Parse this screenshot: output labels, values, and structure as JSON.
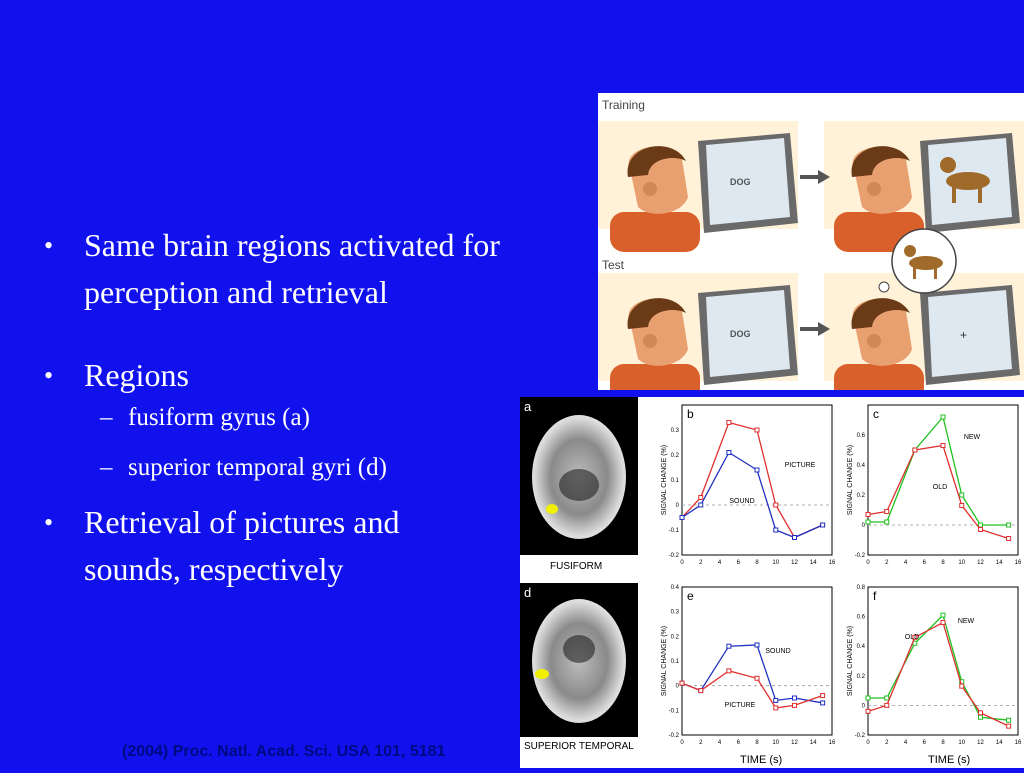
{
  "bullets": {
    "b1": "Same brain regions activated for perception and retrieval",
    "b2": "Regions",
    "sub1": "fusiform gyrus (a)",
    "sub2": "superior temporal gyri (d)",
    "b3": "Retrieval of pictures and sounds, respectively"
  },
  "citation": "(2004) Proc. Natl. Acad. Sci. USA 101, 5181",
  "figure_top": {
    "training_label": "Training",
    "test_label": "Test",
    "screen_word": "DOG",
    "fixation": "+"
  },
  "figure_bottom": {
    "panel_a": "a",
    "panel_d": "d",
    "fusiform_label": "FUSIFORM",
    "superior_label": "SUPERIOR TEMPORAL",
    "ylabel": "SIGNAL CHANGE (%)",
    "xlabel": "TIME (s)"
  },
  "chart_data": [
    {
      "type": "line",
      "panel": "b",
      "x": [
        0,
        2,
        5,
        8,
        10,
        12,
        15
      ],
      "series": [
        {
          "name": "PICTURE",
          "color": "#e03030",
          "values": [
            -0.05,
            0.03,
            0.33,
            0.3,
            0.0,
            -0.13,
            -0.08
          ]
        },
        {
          "name": "SOUND",
          "color": "#2030c0",
          "values": [
            -0.05,
            0.0,
            0.21,
            0.14,
            -0.1,
            -0.13,
            -0.08
          ]
        }
      ],
      "xlim": [
        0,
        16
      ],
      "ylim": [
        -0.2,
        0.4
      ],
      "xticks": [
        0,
        2,
        4,
        6,
        8,
        10,
        12,
        14,
        16
      ],
      "yticks": [
        -0.2,
        -0.1,
        0,
        0.1,
        0.2,
        0.3
      ]
    },
    {
      "type": "line",
      "panel": "c",
      "x": [
        0,
        2,
        5,
        8,
        10,
        12,
        15
      ],
      "series": [
        {
          "name": "NEW",
          "color": "#20c020",
          "values": [
            0.02,
            0.02,
            0.5,
            0.72,
            0.2,
            0.0,
            0.0
          ]
        },
        {
          "name": "OLD",
          "color": "#e03030",
          "values": [
            0.07,
            0.09,
            0.5,
            0.53,
            0.13,
            -0.03,
            -0.09
          ]
        }
      ],
      "xlim": [
        0,
        16
      ],
      "ylim": [
        -0.2,
        0.8
      ],
      "xticks": [
        0,
        2,
        4,
        6,
        8,
        10,
        12,
        14,
        16
      ],
      "yticks": [
        -0.2,
        0,
        0.2,
        0.4,
        0.6
      ]
    },
    {
      "type": "line",
      "panel": "e",
      "x": [
        0,
        2,
        5,
        8,
        10,
        12,
        15
      ],
      "series": [
        {
          "name": "SOUND",
          "color": "#2030c0",
          "values": [
            0.01,
            -0.02,
            0.16,
            0.165,
            -0.06,
            -0.05,
            -0.07
          ]
        },
        {
          "name": "PICTURE",
          "color": "#e03030",
          "values": [
            0.01,
            -0.02,
            0.06,
            0.03,
            -0.09,
            -0.08,
            -0.04
          ]
        }
      ],
      "xlim": [
        0,
        16
      ],
      "ylim": [
        -0.2,
        0.4
      ],
      "xticks": [
        0,
        2,
        4,
        6,
        8,
        10,
        12,
        14,
        16
      ],
      "yticks": [
        -0.2,
        -0.1,
        0,
        0.1,
        0.2,
        0.3,
        0.4
      ]
    },
    {
      "type": "line",
      "panel": "f",
      "x": [
        0,
        2,
        5,
        8,
        10,
        12,
        15
      ],
      "series": [
        {
          "name": "NEW",
          "color": "#20c020",
          "values": [
            0.05,
            0.05,
            0.42,
            0.61,
            0.16,
            -0.08,
            -0.1
          ]
        },
        {
          "name": "OLD",
          "color": "#e03030",
          "values": [
            -0.04,
            0.0,
            0.46,
            0.56,
            0.13,
            -0.05,
            -0.14
          ]
        }
      ],
      "xlim": [
        0,
        16
      ],
      "ylim": [
        -0.2,
        0.8
      ],
      "xticks": [
        0,
        2,
        4,
        6,
        8,
        10,
        12,
        14,
        16
      ],
      "yticks": [
        -0.2,
        0,
        0.2,
        0.4,
        0.6,
        0.8
      ]
    }
  ]
}
